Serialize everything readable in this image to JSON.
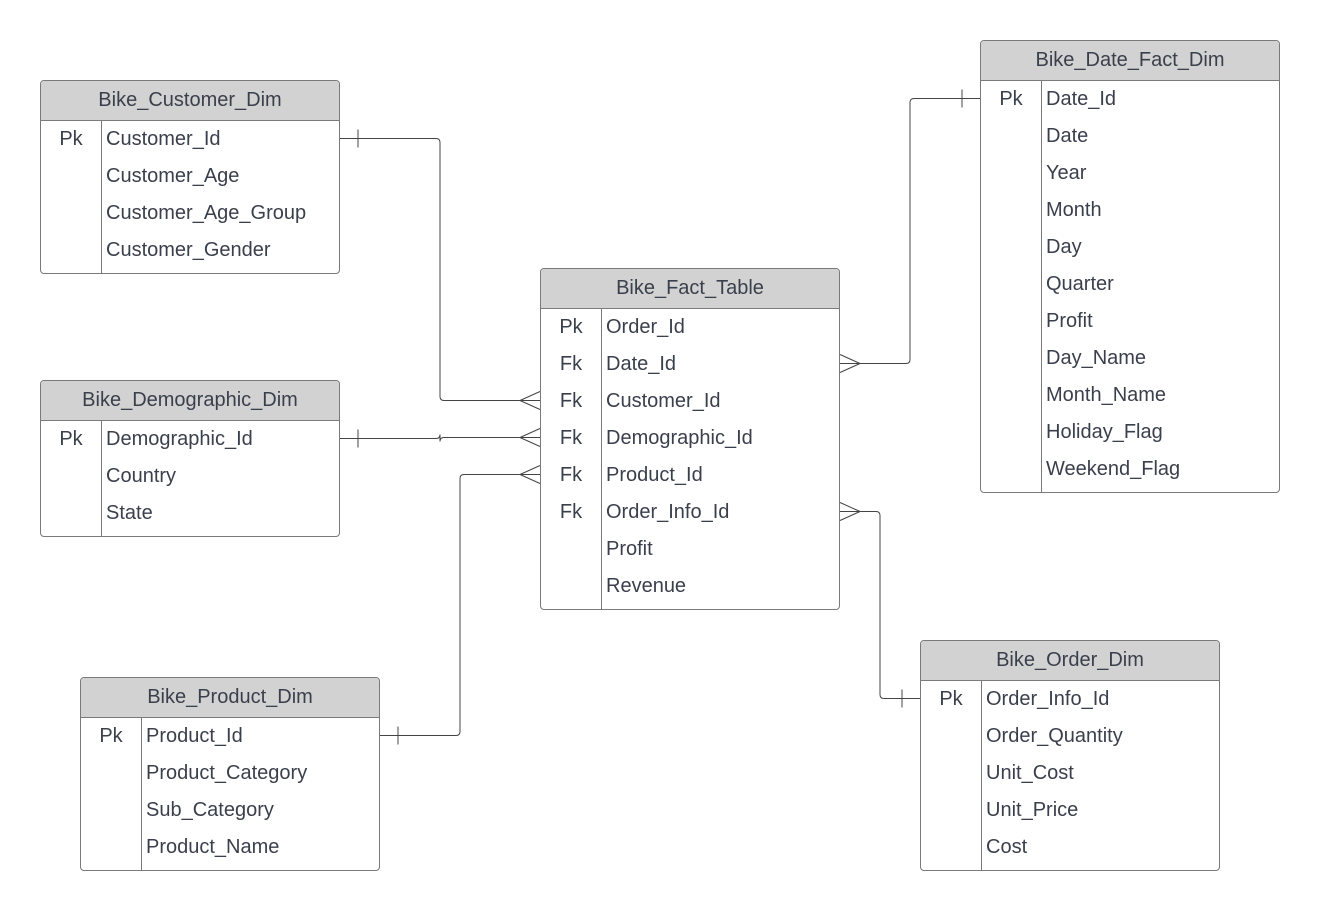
{
  "entities": [
    {
      "id": "bike-customer-dim",
      "name": "Bike_Customer_Dim",
      "attributes": [
        {
          "key": "Pk",
          "name": "Customer_Id"
        },
        {
          "key": "",
          "name": "Customer_Age"
        },
        {
          "key": "",
          "name": "Customer_Age_Group"
        },
        {
          "key": "",
          "name": "Customer_Gender"
        }
      ]
    },
    {
      "id": "bike-demographic-dim",
      "name": "Bike_Demographic_Dim",
      "attributes": [
        {
          "key": "Pk",
          "name": "Demographic_Id"
        },
        {
          "key": "",
          "name": "Country"
        },
        {
          "key": "",
          "name": "State"
        }
      ]
    },
    {
      "id": "bike-product-dim",
      "name": "Bike_Product_Dim",
      "attributes": [
        {
          "key": "Pk",
          "name": "Product_Id"
        },
        {
          "key": "",
          "name": "Product_Category"
        },
        {
          "key": "",
          "name": "Sub_Category"
        },
        {
          "key": "",
          "name": "Product_Name"
        }
      ]
    },
    {
      "id": "bike-fact-table",
      "name": "Bike_Fact_Table",
      "attributes": [
        {
          "key": "Pk",
          "name": "Order_Id"
        },
        {
          "key": "Fk",
          "name": "Date_Id"
        },
        {
          "key": "Fk",
          "name": "Customer_Id"
        },
        {
          "key": "Fk",
          "name": "Demographic_Id"
        },
        {
          "key": "Fk",
          "name": "Product_Id"
        },
        {
          "key": "Fk",
          "name": "Order_Info_Id"
        },
        {
          "key": "",
          "name": "Profit"
        },
        {
          "key": "",
          "name": "Revenue"
        }
      ]
    },
    {
      "id": "bike-date-fact-dim",
      "name": "Bike_Date_Fact_Dim",
      "attributes": [
        {
          "key": "Pk",
          "name": "Date_Id"
        },
        {
          "key": "",
          "name": "Date"
        },
        {
          "key": "",
          "name": "Year"
        },
        {
          "key": "",
          "name": "Month"
        },
        {
          "key": "",
          "name": "Day"
        },
        {
          "key": "",
          "name": "Quarter"
        },
        {
          "key": "",
          "name": "Profit"
        },
        {
          "key": "",
          "name": "Day_Name"
        },
        {
          "key": "",
          "name": "Month_Name"
        },
        {
          "key": "",
          "name": "Holiday_Flag"
        },
        {
          "key": "",
          "name": "Weekend_Flag"
        }
      ]
    },
    {
      "id": "bike-order-dim",
      "name": "Bike_Order_Dim",
      "attributes": [
        {
          "key": "Pk",
          "name": "Order_Info_Id"
        },
        {
          "key": "",
          "name": "Order_Quantity"
        },
        {
          "key": "",
          "name": "Unit_Cost"
        },
        {
          "key": "",
          "name": "Unit_Price"
        },
        {
          "key": "",
          "name": "Cost"
        }
      ]
    }
  ],
  "relationships": [
    {
      "from": "bike-customer-dim",
      "from_attr": "Customer_Id",
      "from_card": "one",
      "to": "bike-fact-table",
      "to_attr": "Customer_Id",
      "to_card": "many"
    },
    {
      "from": "bike-demographic-dim",
      "from_attr": "Demographic_Id",
      "from_card": "one",
      "to": "bike-fact-table",
      "to_attr": "Demographic_Id",
      "to_card": "many"
    },
    {
      "from": "bike-product-dim",
      "from_attr": "Product_Id",
      "from_card": "one",
      "to": "bike-fact-table",
      "to_attr": "Product_Id",
      "to_card": "many"
    },
    {
      "from": "bike-date-fact-dim",
      "from_attr": "Date_Id",
      "from_card": "one",
      "to": "bike-fact-table",
      "to_attr": "Date_Id",
      "to_card": "many"
    },
    {
      "from": "bike-order-dim",
      "from_attr": "Order_Info_Id",
      "from_card": "one",
      "to": "bike-fact-table",
      "to_attr": "Order_Info_Id",
      "to_card": "many"
    }
  ],
  "colors": {
    "header_fill": "#d2d2d2",
    "border": "#7a7a7a",
    "text": "#3a3f4c",
    "line": "#444444"
  }
}
